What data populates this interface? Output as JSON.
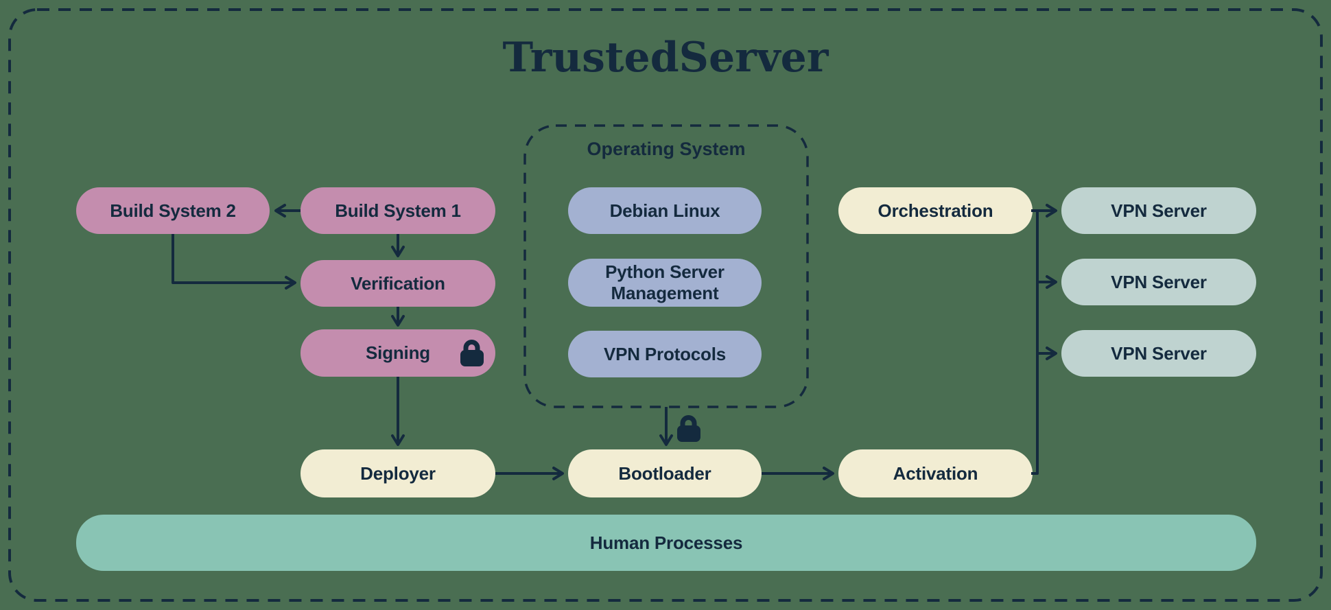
{
  "title": "TrustedServer",
  "colors": {
    "background": "#4a6e52",
    "ink": "#142a3e",
    "pink": "#c48dae",
    "periwinkle": "#a3b1d1",
    "cream": "#f2edd3",
    "mist": "#bfd3d0",
    "teal": "#89c4b4"
  },
  "groups": {
    "operating_system": {
      "label": "Operating System"
    }
  },
  "nodes": {
    "build_system_2": {
      "label": "Build System 2"
    },
    "build_system_1": {
      "label": "Build System 1"
    },
    "verification": {
      "label": "Verification"
    },
    "signing": {
      "label": "Signing",
      "icon": "lock-icon"
    },
    "deployer": {
      "label": "Deployer"
    },
    "debian_linux": {
      "label": "Debian Linux"
    },
    "python_server_management": {
      "label": "Python Server Management"
    },
    "vpn_protocols": {
      "label": "VPN Protocols"
    },
    "bootloader": {
      "label": "Bootloader",
      "icon": "lock-icon"
    },
    "orchestration": {
      "label": "Orchestration"
    },
    "activation": {
      "label": "Activation"
    },
    "vpn_server_1": {
      "label": "VPN Server"
    },
    "vpn_server_2": {
      "label": "VPN Server"
    },
    "vpn_server_3": {
      "label": "VPN Server"
    },
    "human_processes": {
      "label": "Human Processes"
    }
  },
  "edges": [
    {
      "from": "build_system_1",
      "to": "build_system_2"
    },
    {
      "from": "build_system_1",
      "to": "verification"
    },
    {
      "from": "build_system_2",
      "to": "verification"
    },
    {
      "from": "verification",
      "to": "signing"
    },
    {
      "from": "signing",
      "to": "deployer"
    },
    {
      "from": "deployer",
      "to": "bootloader"
    },
    {
      "from": "operating_system",
      "to": "bootloader"
    },
    {
      "from": "bootloader",
      "to": "activation"
    },
    {
      "from": "activation",
      "to": "vpn_server_1"
    },
    {
      "from": "activation",
      "to": "vpn_server_2"
    },
    {
      "from": "activation",
      "to": "vpn_server_3"
    },
    {
      "from": "orchestration",
      "to": "vpn_server_1"
    },
    {
      "from": "orchestration",
      "to": "vpn_server_2"
    },
    {
      "from": "orchestration",
      "to": "vpn_server_3"
    }
  ]
}
